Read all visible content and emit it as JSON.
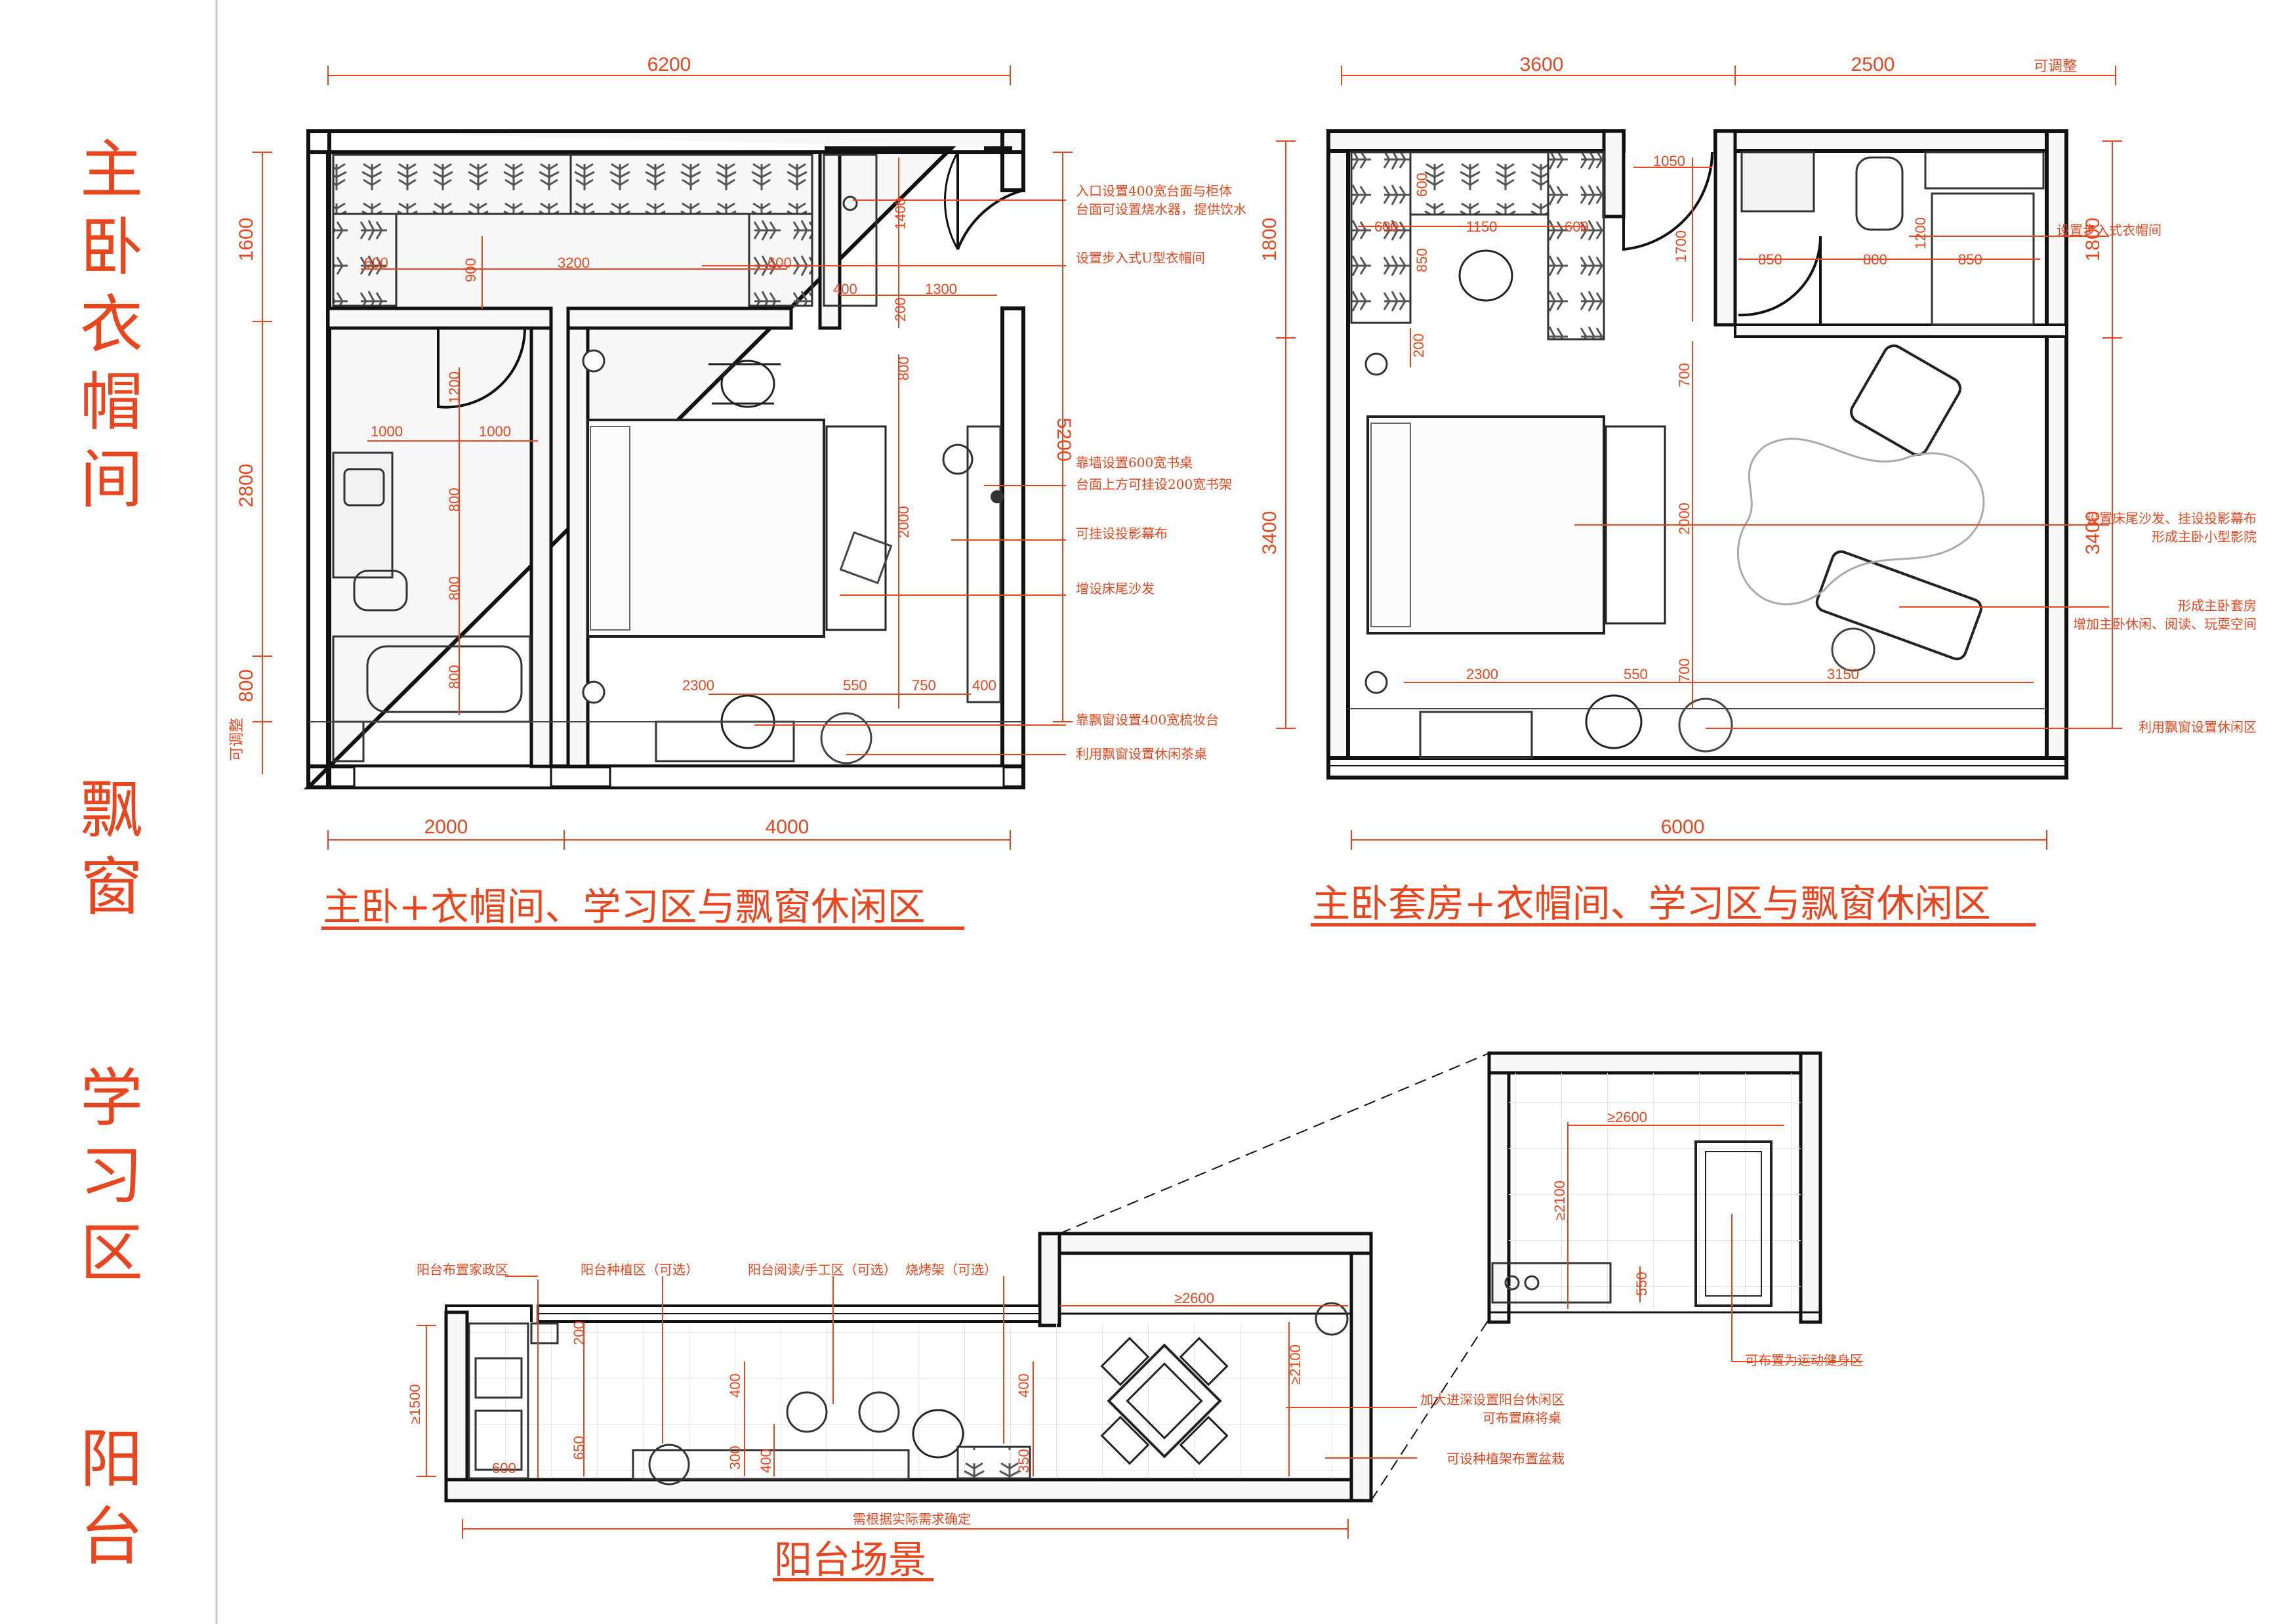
{
  "side_title": {
    "block1": "主卧\n衣帽间",
    "block2": "飘窗",
    "block3": "学习区",
    "block4": "阳台"
  },
  "plan_a": {
    "title": "主卧+衣帽间、学习区与飘窗休闲区",
    "dims": {
      "top_total": "6200",
      "bottom_left": "2000",
      "bottom_right": "4000",
      "left_1": "1600",
      "left_2": "2800",
      "left_3": "800",
      "right_total": "5200",
      "wardrobe_600a": "600",
      "wardrobe_3200": "3200",
      "wardrobe_600b": "600",
      "wardrobe_400": "400",
      "entry_1300": "1300",
      "entry_1400": "1400",
      "entry_200": "200",
      "bath_1000a": "1000",
      "bath_1000b": "1000",
      "bath_1200": "1200",
      "bath_800a": "800",
      "bath_800b": "800",
      "bath_800c": "800",
      "bed_2300": "2300",
      "bed_550": "550",
      "bed_750": "750",
      "bed_400": "400",
      "bed_800": "800",
      "bed_2000": "2000",
      "wardrobe_900": "900",
      "mark": "可调整"
    },
    "notes": {
      "n1a": "入口设置400宽台面与柜体",
      "n1b": "台面可设置烧水器，提供饮水",
      "n2": "设置步入式U型衣帽间",
      "n3a": "靠墙设置600宽书桌",
      "n3b": "台面上方可挂设200宽书架",
      "n4": "可挂设投影幕布",
      "n5": "增设床尾沙发",
      "n6": "靠飘窗设置400宽梳妆台",
      "n7": "利用飘窗设置休闲茶桌"
    }
  },
  "plan_b": {
    "title": "主卧套房+衣帽间、学习区与飘窗休闲区",
    "dims": {
      "top_1": "3600",
      "top_2": "2500",
      "bottom_total": "6000",
      "left_1": "1800",
      "left_2": "3400",
      "right_1": "1800",
      "right_2": "3400",
      "wardrobe_600a": "600",
      "wardrobe_1150": "1150",
      "wardrobe_600b": "600",
      "wardrobe_850": "850",
      "wardrobe_600c": "600",
      "door_1050": "1050",
      "bath_850a": "850",
      "bath_800": "800",
      "bath_850b": "850",
      "bath_1700": "1700",
      "bath_1200": "1200",
      "bed_200": "200",
      "bed_700a": "700",
      "bed_700b": "700",
      "bed_2000": "2000",
      "bed_2300": "2300",
      "bed_550": "550",
      "bed_3150": "3150",
      "mark": "可调整"
    },
    "notes": {
      "n1": "设置步入式衣帽间",
      "n2a": "设置床尾沙发、挂设投影幕布",
      "n2b": "形成主卧小型影院",
      "n3a": "形成主卧套房",
      "n3b": "增加主卧休闲、阅读、玩耍空间",
      "n4": "利用飘窗设置休闲区"
    }
  },
  "balcony": {
    "title": "阳台场景",
    "labels": {
      "l1": "阳台布置家政区",
      "l2": "阳台种植区（可选）",
      "l3": "阳台阅读/手工区（可选）",
      "l4": "烧烤架（可选）",
      "l5a": "加大进深设置阳台休闲区",
      "l5b": "可布置麻将桌",
      "l6": "可设种植架布置盆栽",
      "l7": "可布置为运动健身区",
      "l8": "需根据实际需求确定"
    },
    "dims": {
      "d1500": "≥1500",
      "d2600a": "≥2600",
      "d2100a": "≥2100",
      "d200": "200",
      "d650": "650",
      "d600": "600",
      "d400a": "400",
      "d300": "300",
      "d400b": "400",
      "d400c": "400",
      "d350": "350",
      "d2600b": "≥2600",
      "d2100b": "≥2100",
      "d550": "550"
    }
  }
}
